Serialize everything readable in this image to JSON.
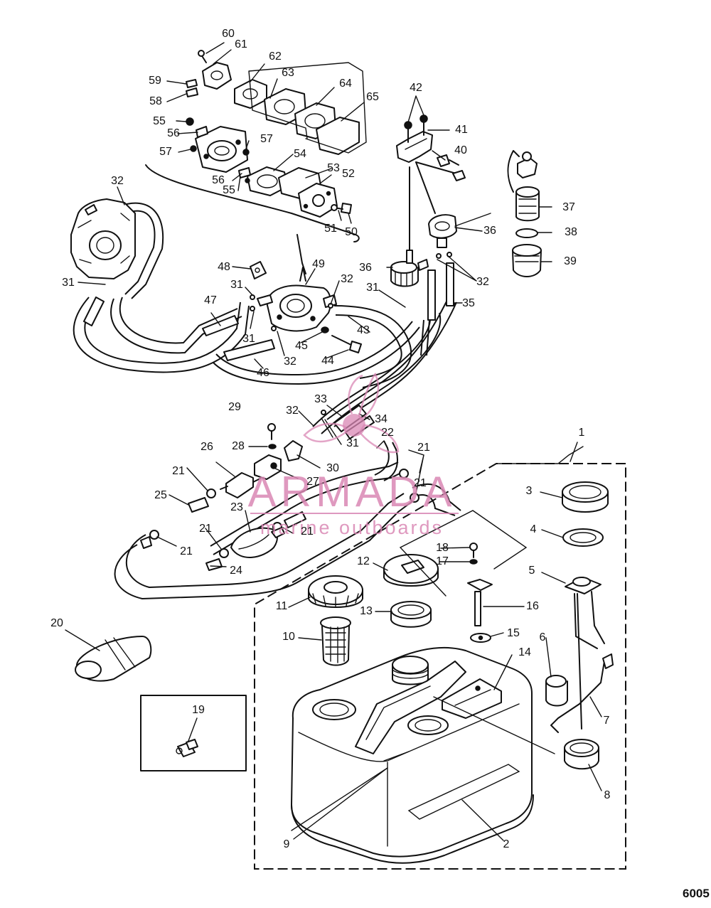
{
  "diagram": {
    "reference_number": "6005",
    "part_numbers": [
      "1",
      "2",
      "3",
      "4",
      "5",
      "6",
      "7",
      "8",
      "9",
      "10",
      "11",
      "12",
      "13",
      "14",
      "15",
      "16",
      "17",
      "18",
      "19",
      "20",
      "21",
      "21",
      "21",
      "21",
      "21",
      "21",
      "22",
      "23",
      "24",
      "25",
      "26",
      "27",
      "28",
      "29",
      "30",
      "31",
      "31",
      "31",
      "31",
      "31",
      "32",
      "32",
      "32",
      "32",
      "32",
      "33",
      "34",
      "35",
      "36",
      "36",
      "37",
      "38",
      "39",
      "40",
      "41",
      "42",
      "43",
      "44",
      "45",
      "46",
      "47",
      "48",
      "49",
      "50",
      "51",
      "52",
      "53",
      "54",
      "55",
      "55",
      "56",
      "56",
      "57",
      "57",
      "58",
      "59",
      "60",
      "61",
      "62",
      "63",
      "64",
      "65"
    ]
  },
  "watermark": {
    "brand": "ARMADA",
    "tagline": "marine outboards",
    "color": "#d987b4"
  }
}
